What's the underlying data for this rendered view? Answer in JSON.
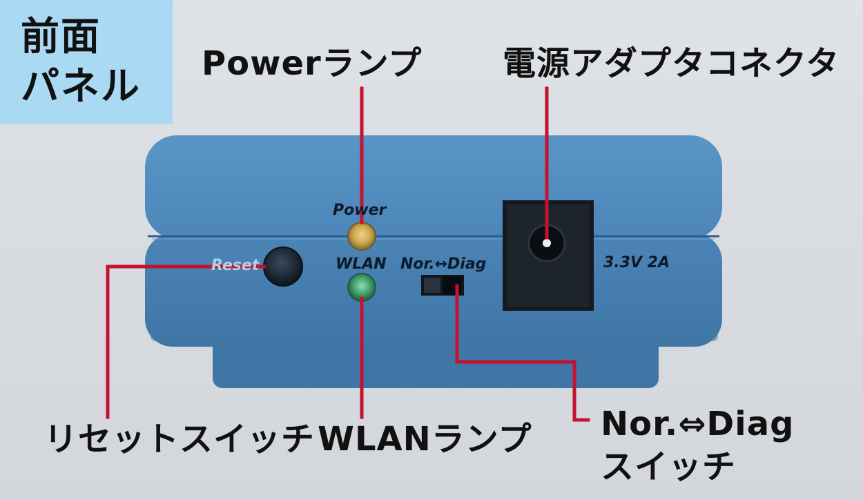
{
  "panel_title": {
    "line1": "前面",
    "line2": "パネル"
  },
  "callouts": {
    "power_lamp": "Powerランプ",
    "adapter_connector": "電源アダプタコネクタ",
    "reset_switch": "リセットスイッチ",
    "wlan_lamp": "WLANランプ",
    "mode_switch_line1": "Nor.⇔Diag",
    "mode_switch_line2": "スイッチ"
  },
  "device_labels": {
    "power": "Power",
    "reset": "Reset",
    "wlan": "WLAN",
    "mode": "Nor.↔Diag",
    "rating": "3.3V 2A"
  },
  "colors": {
    "title_bg": "#a9d9f3",
    "device_body": "#4f87b8",
    "leader_line": "#c4122f",
    "power_led": "#c9a44a",
    "wlan_led": "#3d9a6a"
  }
}
